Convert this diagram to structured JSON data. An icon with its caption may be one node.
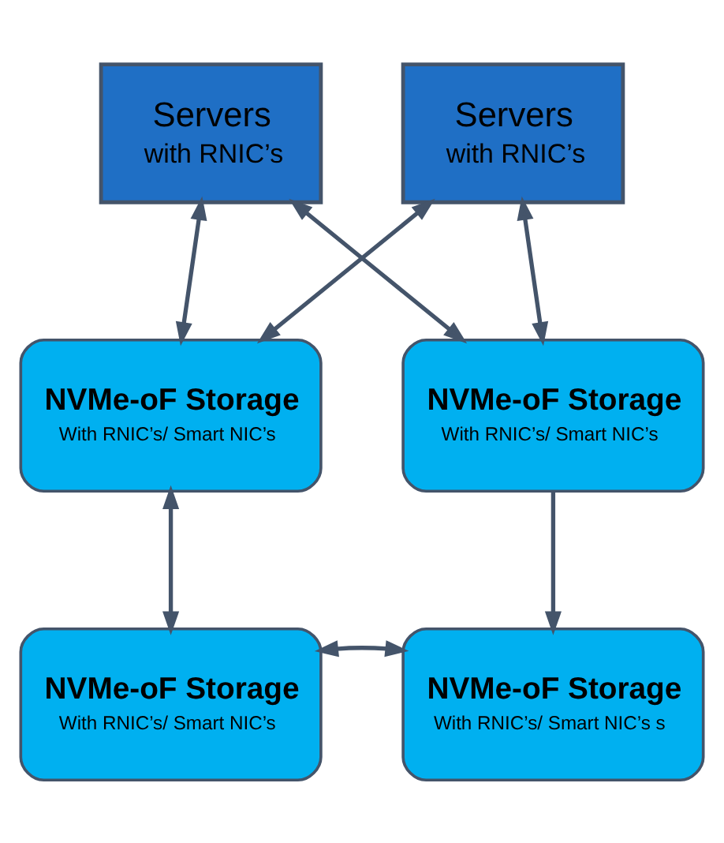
{
  "diagram": {
    "nodes": [
      {
        "text": [
          "Servers",
          "with RNIC’s"
        ]
      },
      {
        "text": [
          "Servers",
          "with RNIC’s"
        ]
      },
      {
        "text": [
          "NVMe-oF Storage",
          "With RNIC’s/ Smart NIC’s"
        ]
      },
      {
        "text": [
          "NVMe-oF Storage",
          "With RNIC’s/ Smart NIC’s"
        ]
      },
      {
        "text": [
          "NVMe-oF Storage",
          "With RNIC’s/ Smart NIC’s"
        ]
      },
      {
        "text": [
          "NVMe-oF Storage",
          "With RNIC’s/ Smart NIC’s s"
        ]
      }
    ],
    "edges": [
      {
        "from": 0,
        "to": 2,
        "arrow": "both"
      },
      {
        "from": 0,
        "to": 3,
        "arrow": "both"
      },
      {
        "from": 1,
        "to": 2,
        "arrow": "both"
      },
      {
        "from": 1,
        "to": 3,
        "arrow": "both"
      },
      {
        "from": 2,
        "to": 4,
        "arrow": "both"
      },
      {
        "from": 3,
        "to": 5,
        "arrow": "to"
      },
      {
        "from": 4,
        "to": 5,
        "arrow": "both"
      }
    ]
  }
}
